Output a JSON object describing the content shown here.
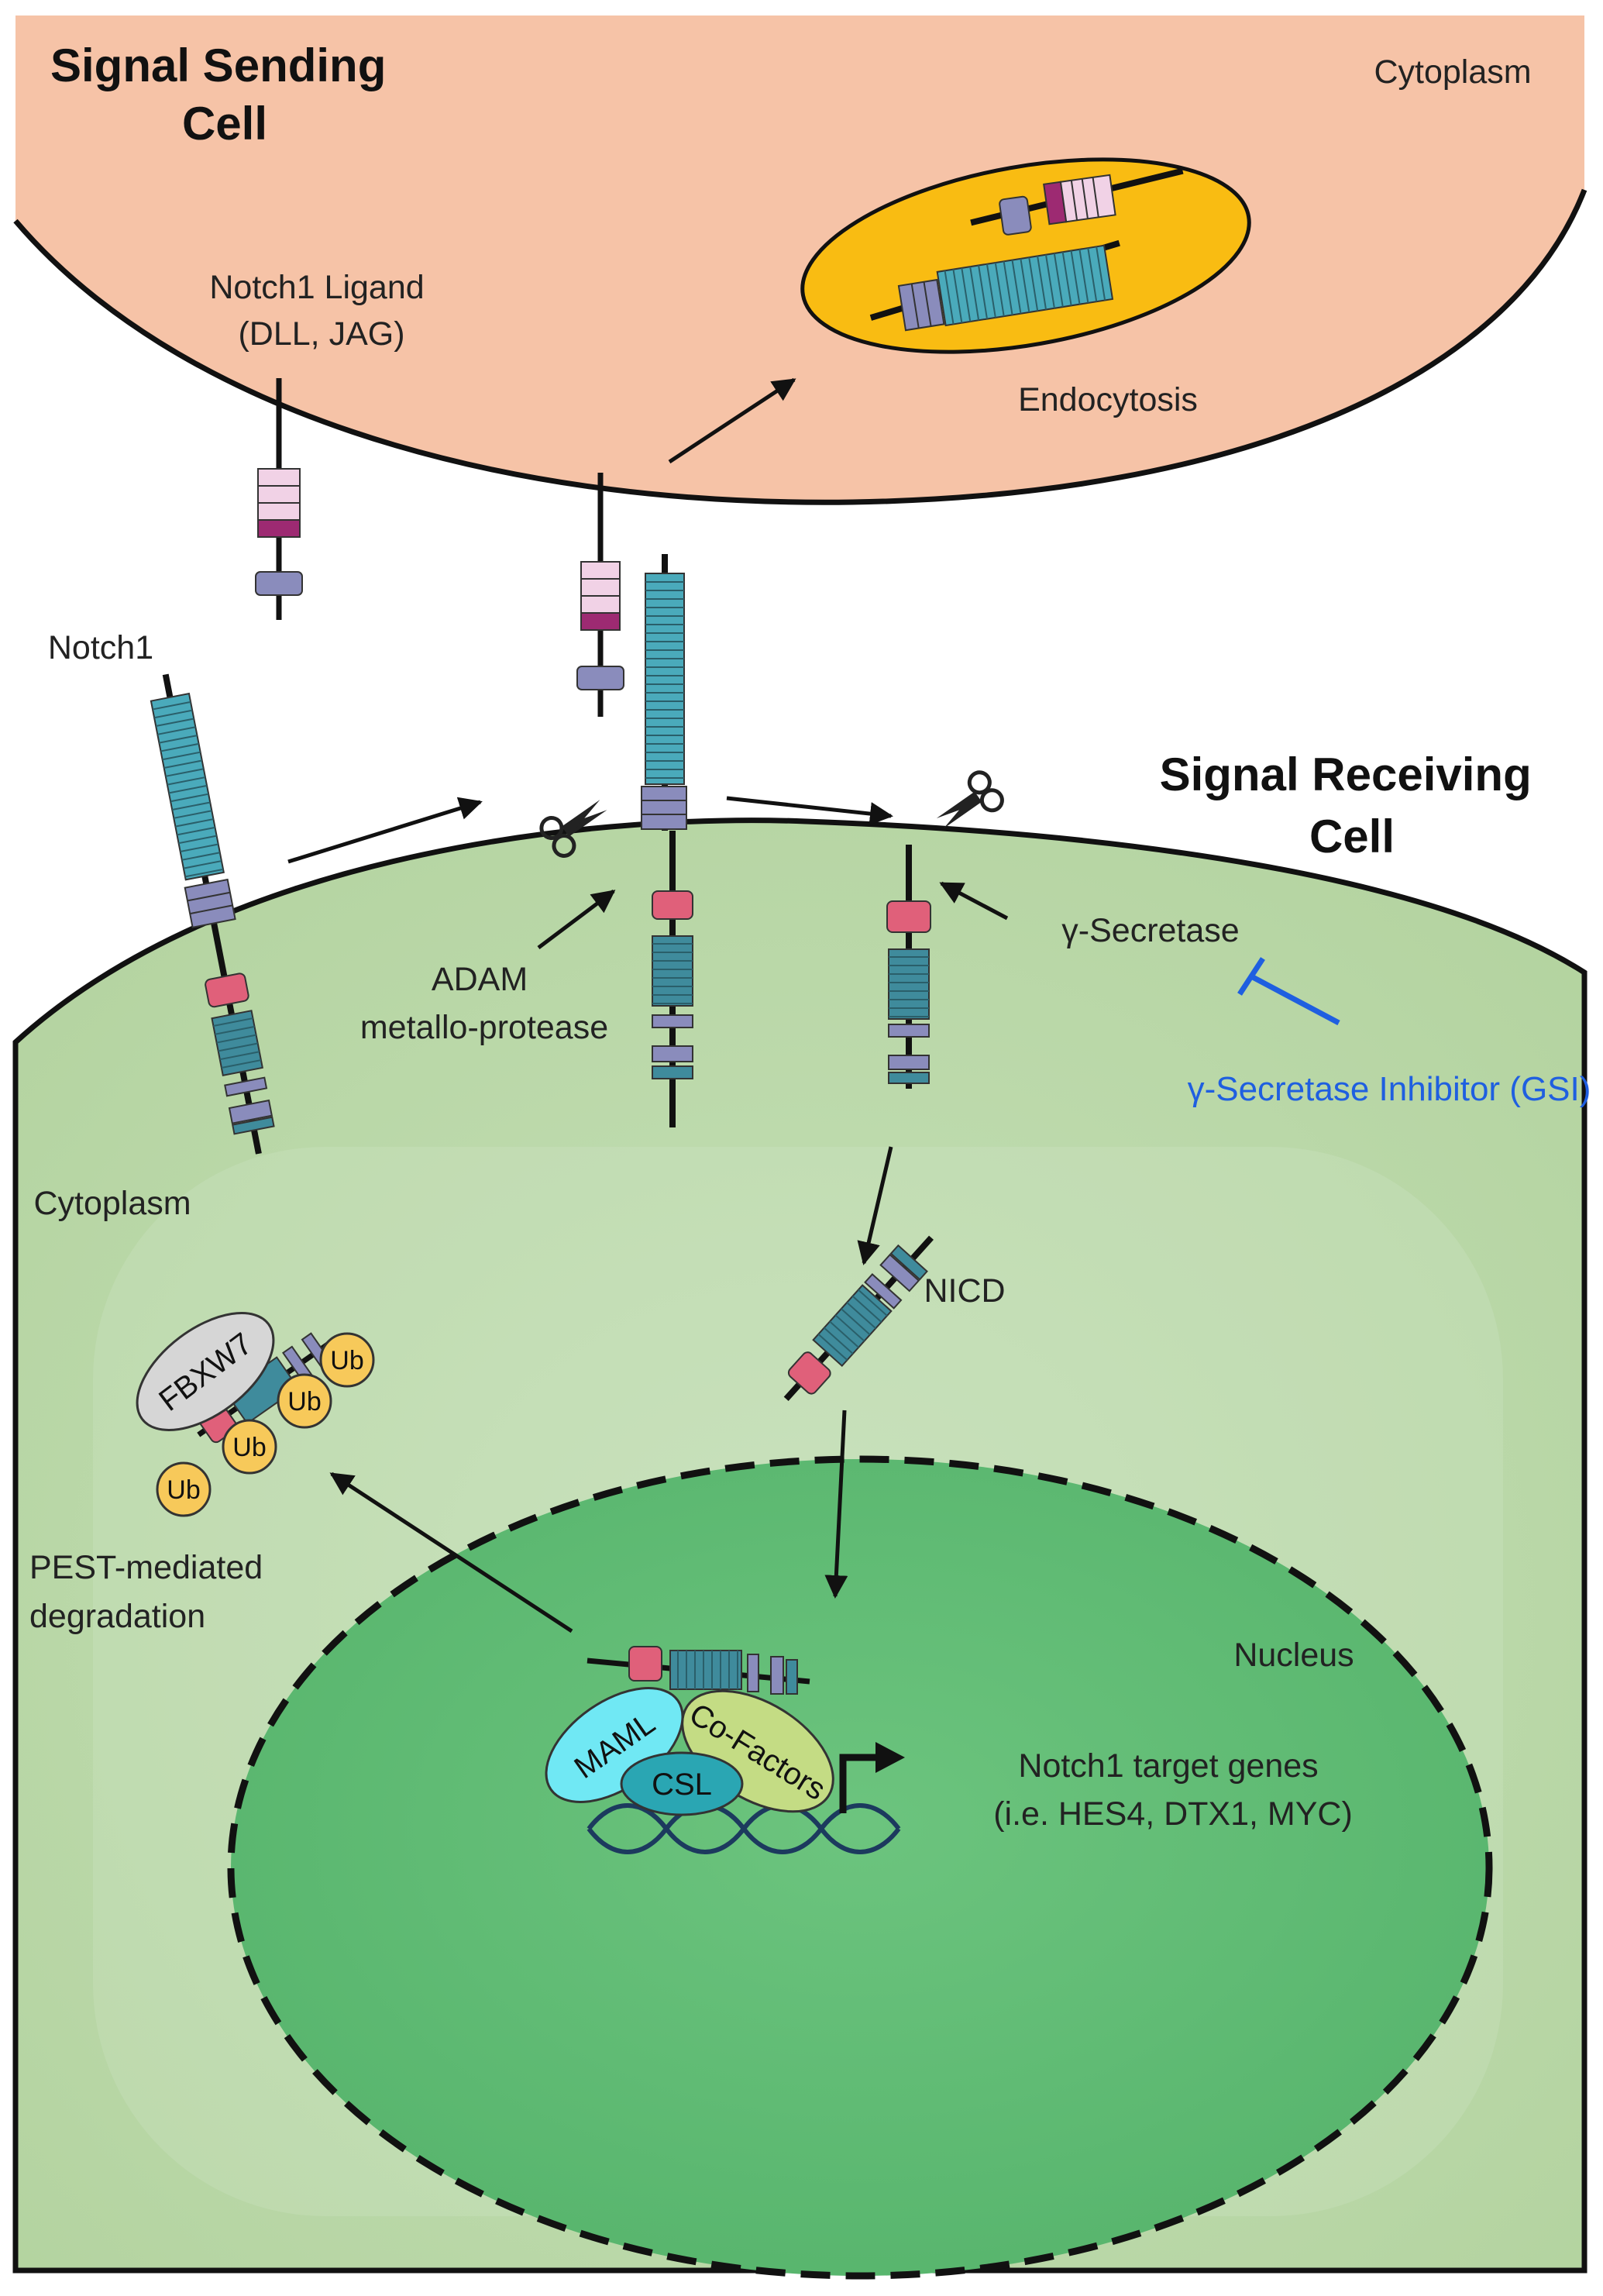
{
  "colors": {
    "sending_cell": "#f6c3a7",
    "receiving_cell": "#b8d8a6",
    "nucleus": "#64bf78",
    "endosome": "#f9bc12",
    "egf_repeat": "#4aaabb",
    "intracellular_repeat": "#3f8b9c",
    "lnr_domain": "#8a8cbc",
    "ram_domain": "#e0607a",
    "ligand_dsl": "#9d2a72",
    "ligand_light": "#f1d2e6",
    "ub": "#f7c95a",
    "fbxw7": "#d6d6d6",
    "maml": "#70e8f4",
    "cofactors": "#c4dc84",
    "csl": "#2aa6b3",
    "gsi": "#1f5fe0"
  },
  "labels": {
    "signal_sending_cell": [
      "Signal Sending",
      "Cell"
    ],
    "cytoplasm_top": "Cytoplasm",
    "notch1_ligand": [
      "Notch1 Ligand",
      "(DLL, JAG)"
    ],
    "endocytosis": "Endocytosis",
    "notch1": "Notch1",
    "signal_receiving_cell": [
      "Signal Receiving",
      "Cell"
    ],
    "adam": [
      "ADAM",
      "metallo-protease"
    ],
    "gamma_secretase": "γ-Secretase",
    "gsi": "γ-Secretase Inhibitor (GSI)",
    "cytoplasm_bottom": "Cytoplasm",
    "nicd": "NICD",
    "fbxw7": "FBXW7",
    "ub": "Ub",
    "pest": [
      "PEST-mediated",
      "degradation"
    ],
    "nucleus": "Nucleus",
    "maml": "MAML",
    "cofactors": "Co-Factors",
    "csl": "CSL",
    "target_genes": [
      "Notch1 target genes",
      "(i.e. HES4, DTX1, MYC)"
    ]
  }
}
